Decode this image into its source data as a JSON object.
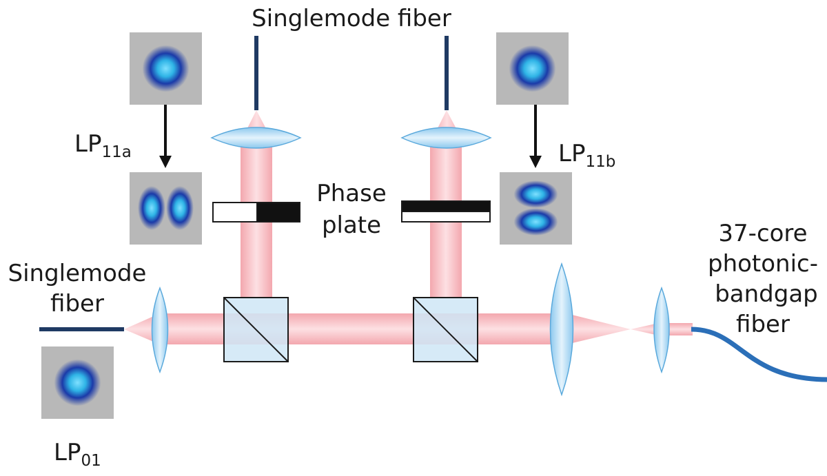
{
  "labels": {
    "singlemode_fiber_top": "Singlemode fiber",
    "singlemode_fiber_left_line1": "Singlemode",
    "singlemode_fiber_left_line2": "fiber",
    "lp11a_base": "LP",
    "lp11a_sub": "11a",
    "lp11b_base": "LP",
    "lp11b_sub": "11b",
    "lp01_base": "LP",
    "lp01_sub": "01",
    "phase_plate_line1": "Phase",
    "phase_plate_line2": "plate",
    "output_fiber_line1": "37-core",
    "output_fiber_line2": "photonic-",
    "output_fiber_line3": "bandgap",
    "output_fiber_line4": "fiber"
  },
  "colors": {
    "beam": "#f7b7bd",
    "beam_edge": "#e89aa2",
    "lens": "#bfe0f6",
    "lens_edge": "#5aa9dc",
    "cube": "#cfe6f6",
    "fiber": "#1f3a63",
    "output_fiber": "#2b6fb8",
    "mode_bg": "#b8b8b8",
    "mode_core": "#38b8e8",
    "mode_ring": "#1b2a9a",
    "text": "#1a1a1a"
  }
}
